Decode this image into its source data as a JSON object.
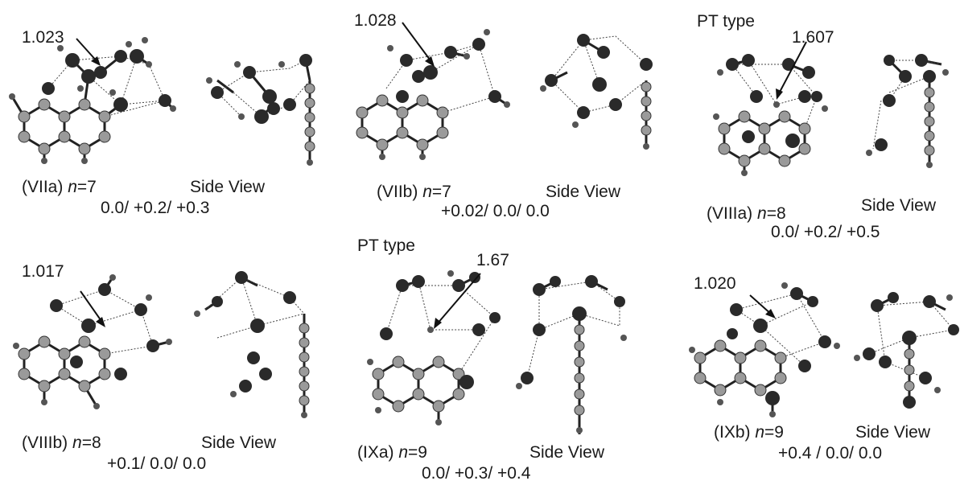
{
  "panels": [
    {
      "id": "VIIa",
      "compound": "(VIIa)",
      "n_var": "n",
      "n_eq": "=7",
      "side_view": "Side View",
      "energies": "0.0/ +0.2/ +0.3",
      "bond_length": "1.023",
      "type_label": ""
    },
    {
      "id": "VIIb",
      "compound": "(VIIb)",
      "n_var": "n",
      "n_eq": "=7",
      "side_view": "Side View",
      "energies": "+0.02/ 0.0/ 0.0",
      "bond_length": "1.028",
      "type_label": ""
    },
    {
      "id": "VIIIa",
      "compound": "(VIIIa)",
      "n_var": "n",
      "n_eq": "=8",
      "side_view": "Side View",
      "energies": "0.0/ +0.2/ +0.5",
      "bond_length": "1.607",
      "type_label": "PT type"
    },
    {
      "id": "VIIIb",
      "compound": "(VIIIb)",
      "n_var": "n",
      "n_eq": "=8",
      "side_view": "Side View",
      "energies": "+0.1/ 0.0/ 0.0",
      "bond_length": "1.017",
      "type_label": ""
    },
    {
      "id": "IXa",
      "compound": "(IXa)",
      "n_var": "n",
      "n_eq": "=9",
      "side_view": "Side View",
      "energies": "0.0/ +0.3/ +0.4",
      "bond_length": "1.67",
      "type_label": "PT type"
    },
    {
      "id": "IXb",
      "compound": "(IXb)",
      "n_var": "n",
      "n_eq": "=9",
      "side_view": "Side View",
      "energies": "+0.4 / 0.0/ 0.0",
      "bond_length": "1.020",
      "type_label": ""
    }
  ]
}
